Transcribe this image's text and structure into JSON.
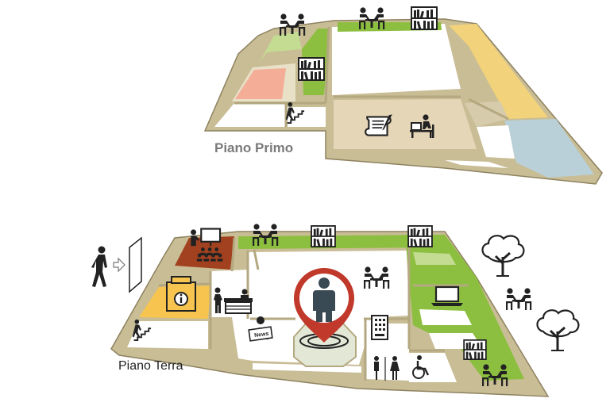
{
  "floors": {
    "first": {
      "label": "Piano Primo"
    },
    "ground": {
      "label": "Piano Terra"
    }
  },
  "badge_text": {
    "newspaper": "News"
  },
  "colors": {
    "wall": "#c9bd96",
    "wall_edge": "#8e8260",
    "floor_plain": "#ffffff",
    "reading_green": "#8cbf3f",
    "reading_green_light": "#c3dc92",
    "archive_beige": "#e6d6b8",
    "gallery_yellow": "#f2d27a",
    "storage_blue": "#b9d0d8",
    "salmon": "#f4ad97",
    "conference_brown": "#a2411f",
    "info_yellow": "#f6c44f",
    "pin_red": "#c0392b",
    "icon_dark": "#222222"
  },
  "icons": [
    "reading-table-icon",
    "bookshelf-icon",
    "stairs-icon",
    "scroll-icon",
    "desk-worker-icon",
    "walking-person-icon",
    "entrance-door-icon",
    "presentation-audience-icon",
    "information-point-icon",
    "reception-desk-icon",
    "newspaper-icon",
    "you-are-here-pin-icon",
    "vending-machine-icon",
    "restroom-icon",
    "wheelchair-icon",
    "laptop-icon",
    "tree-icon"
  ]
}
